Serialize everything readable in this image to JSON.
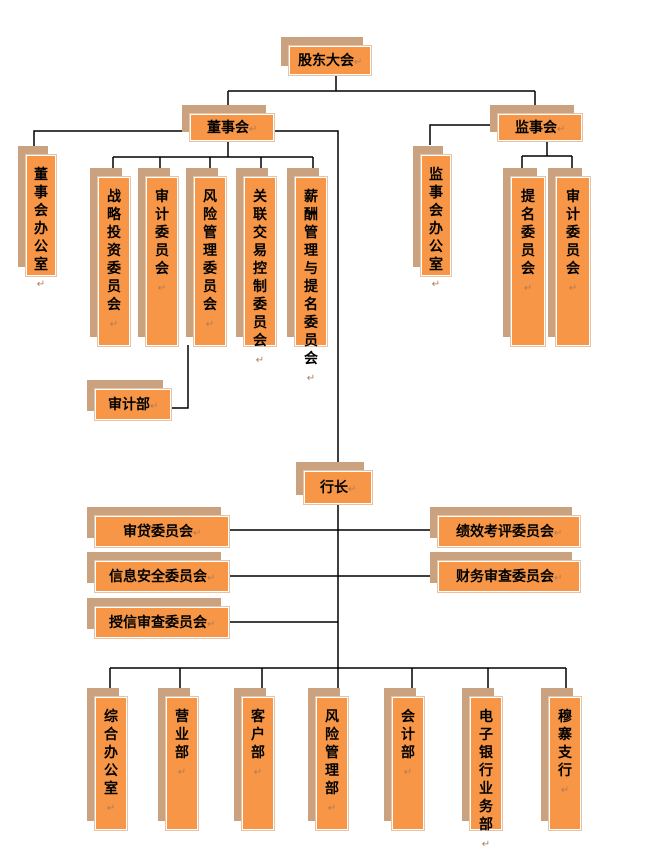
{
  "colors": {
    "box_fill": "#f79646",
    "shadow": "#caa27f",
    "line": "#000000"
  },
  "mark": "↵",
  "nodes": {
    "shareholders_meeting": "股东大会",
    "board_of_directors": "董事会",
    "supervisory_board": "监事会",
    "board_office": "董事会办公室",
    "strategy_committee": "战略投资委员会",
    "audit_committee_board": "审计委员会",
    "risk_committee": "风险管理委员会",
    "related_party_committee": "关联交易控制委员会",
    "compensation_committee": "薪酬管理与提名委员会",
    "audit_department": "审计部",
    "supervisory_office": "监事会办公室",
    "nomination_committee": "提名委员会",
    "audit_committee_supervisory": "审计委员会",
    "president": "行长",
    "credit_review_committee": "审贷委员会",
    "info_security_committee": "信息安全委员会",
    "credit_authorization_committee": "授信审查委员会",
    "performance_committee": "绩效考评委员会",
    "finance_review_committee": "财务审查委员会",
    "general_office": "综合办公室",
    "business_department": "营业部",
    "customer_department": "客户部",
    "risk_department": "风险管理部",
    "accounting_department": "会计部",
    "ebanking_department": "电子银行业务部",
    "mu_zhai_branch": "穆寨支行"
  }
}
